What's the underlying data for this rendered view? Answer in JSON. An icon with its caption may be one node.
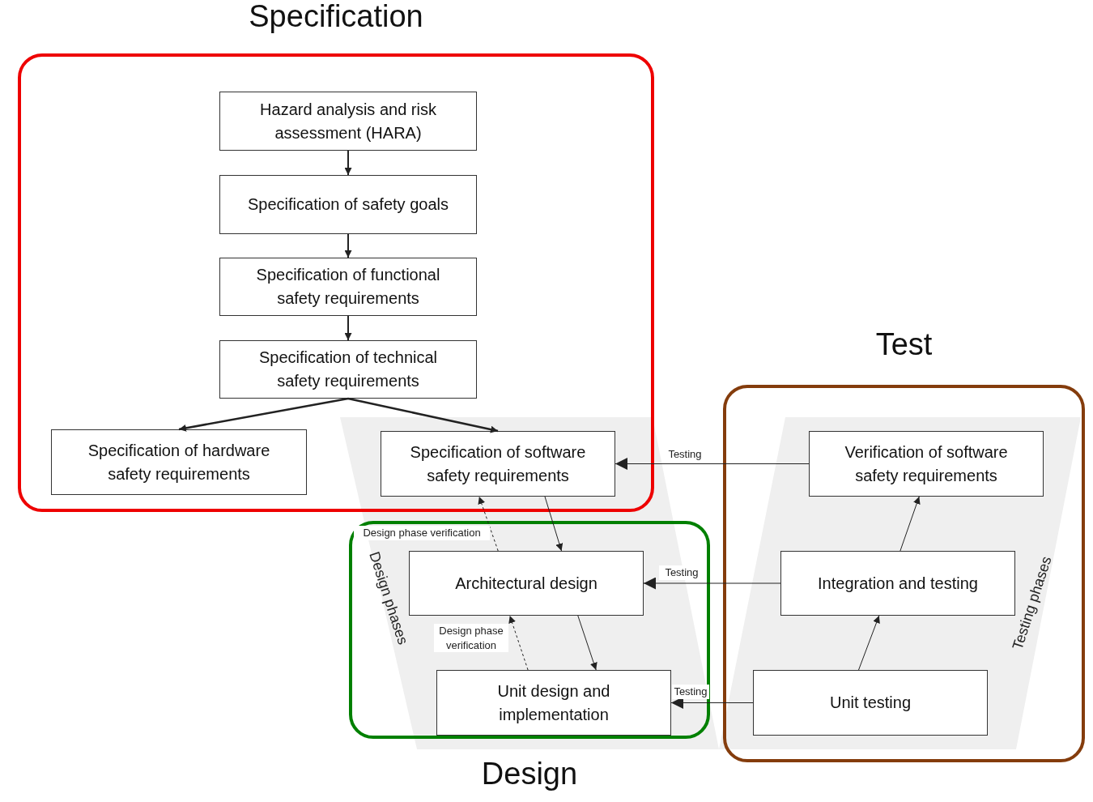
{
  "diagram": {
    "nodes": [
      {
        "text": [
          "Specification"
        ]
      },
      {
        "text": [
          "Hazard analysis and risk assessment (HARA)"
        ],
        "in": 0
      },
      {
        "text": [
          "Specification of safety goals"
        ],
        "in": 0
      },
      {
        "text": [
          "Specification of functional safety requirements"
        ],
        "in": 0
      },
      {
        "text": [
          "Specification of technical safety requirements"
        ],
        "in": 0
      },
      {
        "text": [
          "Specification of hardware safety requirements"
        ],
        "in": 0
      },
      {
        "text": [
          "Specification of software safety requirements"
        ],
        "in": 0
      },
      {
        "text": [
          "Test"
        ]
      },
      {
        "text": [
          "Verification of software safety requirements"
        ],
        "in": 7
      },
      {
        "text": [
          "Integration and testing"
        ],
        "in": 7
      },
      {
        "text": [
          "Unit testing"
        ],
        "in": 7
      },
      {
        "text": [
          "Design"
        ]
      },
      {
        "text": [
          "Architectural design"
        ],
        "in": 11
      },
      {
        "text": [
          "Unit design and implementation"
        ],
        "in": 11
      }
    ],
    "edges": [
      {
        "from": 1,
        "to": 2,
        "arrow": "to"
      },
      {
        "from": 2,
        "to": 3,
        "arrow": "to"
      },
      {
        "from": 3,
        "to": 4,
        "arrow": "to"
      },
      {
        "from": 4,
        "to": 5,
        "arrow": "to"
      },
      {
        "from": 4,
        "to": 6,
        "arrow": "to"
      },
      {
        "from": 6,
        "to": 12,
        "arrow": "to"
      },
      {
        "from": 12,
        "to": 13,
        "arrow": "to"
      },
      {
        "from": 13,
        "to": 12,
        "arrow": "to",
        "label": "Design phase verification",
        "style": "dashed"
      },
      {
        "from": 12,
        "to": 6,
        "arrow": "to",
        "label": "Design phase verification",
        "style": "dashed"
      },
      {
        "from": 8,
        "to": 6,
        "arrow": "to",
        "label": "Testing"
      },
      {
        "from": 9,
        "to": 12,
        "arrow": "to",
        "label": "Testing"
      },
      {
        "from": 10,
        "to": 13,
        "arrow": "to",
        "label": "Testing"
      },
      {
        "from": 10,
        "to": 9,
        "arrow": "to"
      },
      {
        "from": 9,
        "to": 8,
        "arrow": "to"
      }
    ],
    "labels": [
      "Design phases",
      "Testing phases"
    ]
  }
}
